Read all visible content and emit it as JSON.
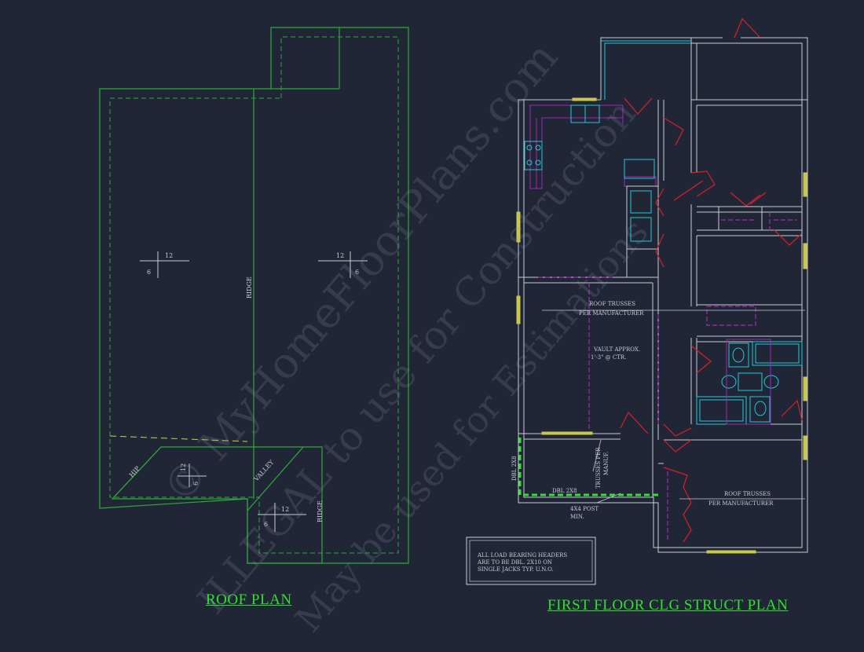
{
  "roof": {
    "title": "ROOF PLAN",
    "pitch_rise": "12",
    "pitch_run": "6",
    "labels": {
      "ridge": "RIDGE",
      "hip": "HIP",
      "valley": "VALLEY"
    }
  },
  "floor": {
    "title": "FIRST FLOOR CLG STRUCT PLAN",
    "notes": {
      "roof_trusses_1": "ROOF TRUSSES",
      "roof_trusses_2": "PER MANUFACTURER",
      "vault_1": "VAULT APPROX.",
      "vault_2": "1'-3\" @ CTR.",
      "trusses_per_1": "TRUSSES PER",
      "trusses_per_2": "MANUF.",
      "dbl_2x8": "DBL 2X8",
      "post_1": "4X4 POST",
      "post_2": "MIN."
    },
    "header_note": [
      "ALL LOAD BEARING HEADERS",
      "ARE TO BE DBL. 2X10 ON",
      "SINGLE JACKS TYP. U.N.O."
    ]
  },
  "watermark": [
    "© MyHomeFloorPlans.com",
    "ILLEGAL to use for Construction",
    "May be used for Estimations"
  ],
  "colors": {
    "background": "#212636",
    "roof_lines": "#2fa83a",
    "dashed": "#c8d44c",
    "walls": "#c8ccd6",
    "doors": "#d8202a",
    "fixtures": "#23c8d8",
    "beams": "#a02ab0",
    "windows": "#c8c84a",
    "heading": "#2fe02f",
    "header_beam": "#2fe02f"
  }
}
